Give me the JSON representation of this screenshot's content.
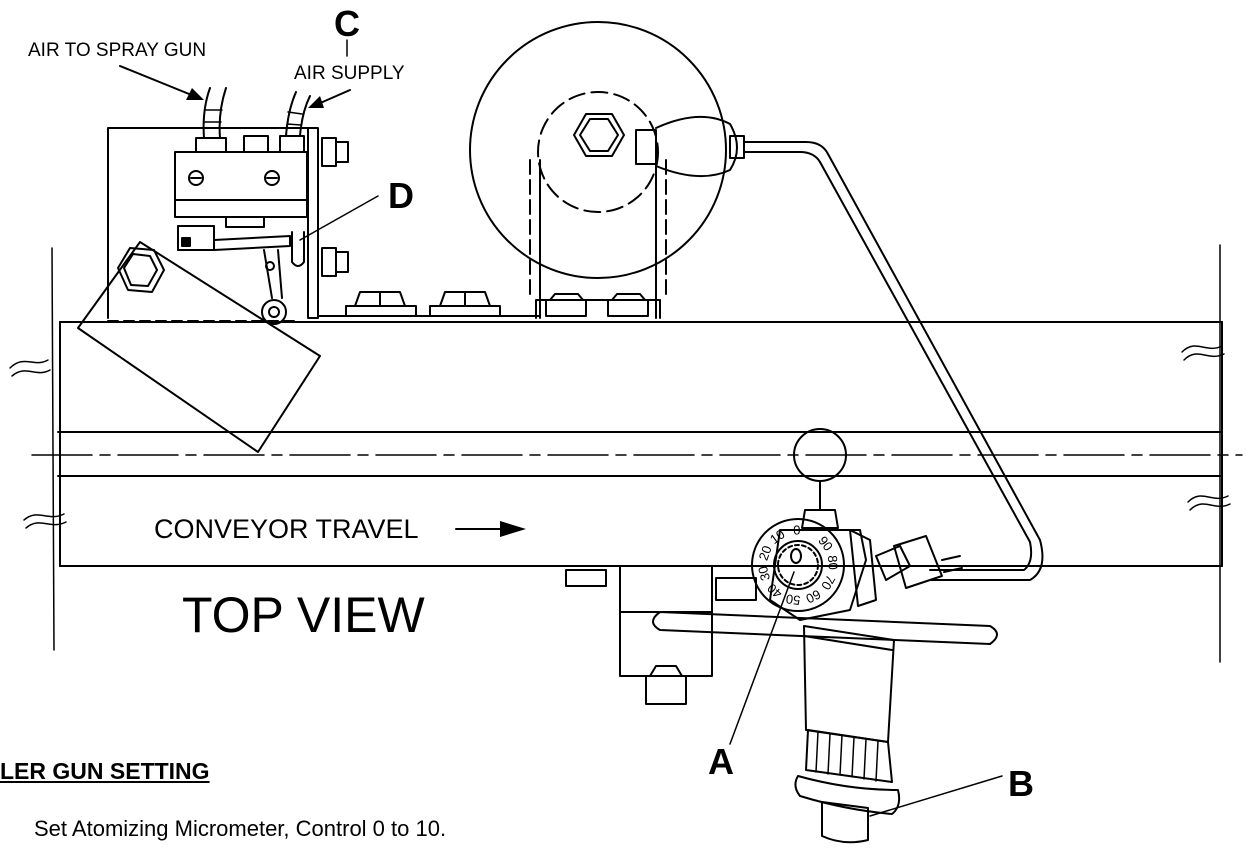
{
  "labels": {
    "air_to_spray_gun": "AIR TO SPRAY GUN",
    "air_supply": "AIR SUPPLY",
    "callout_c": "C",
    "callout_d": "D",
    "callout_a": "A",
    "callout_b": "B",
    "conveyor_travel": "CONVEYOR TRAVEL",
    "top_view": "TOP VIEW",
    "section_heading": "LER GUN SETTING",
    "step_text": "Set Atomizing Micrometer, Control 0 to 10."
  },
  "dial": {
    "numbers": [
      "0",
      "10",
      "20",
      "30",
      "40",
      "50",
      "60",
      "70",
      "80",
      "90"
    ]
  },
  "colors": {
    "ink": "#000000",
    "paper": "#ffffff"
  }
}
